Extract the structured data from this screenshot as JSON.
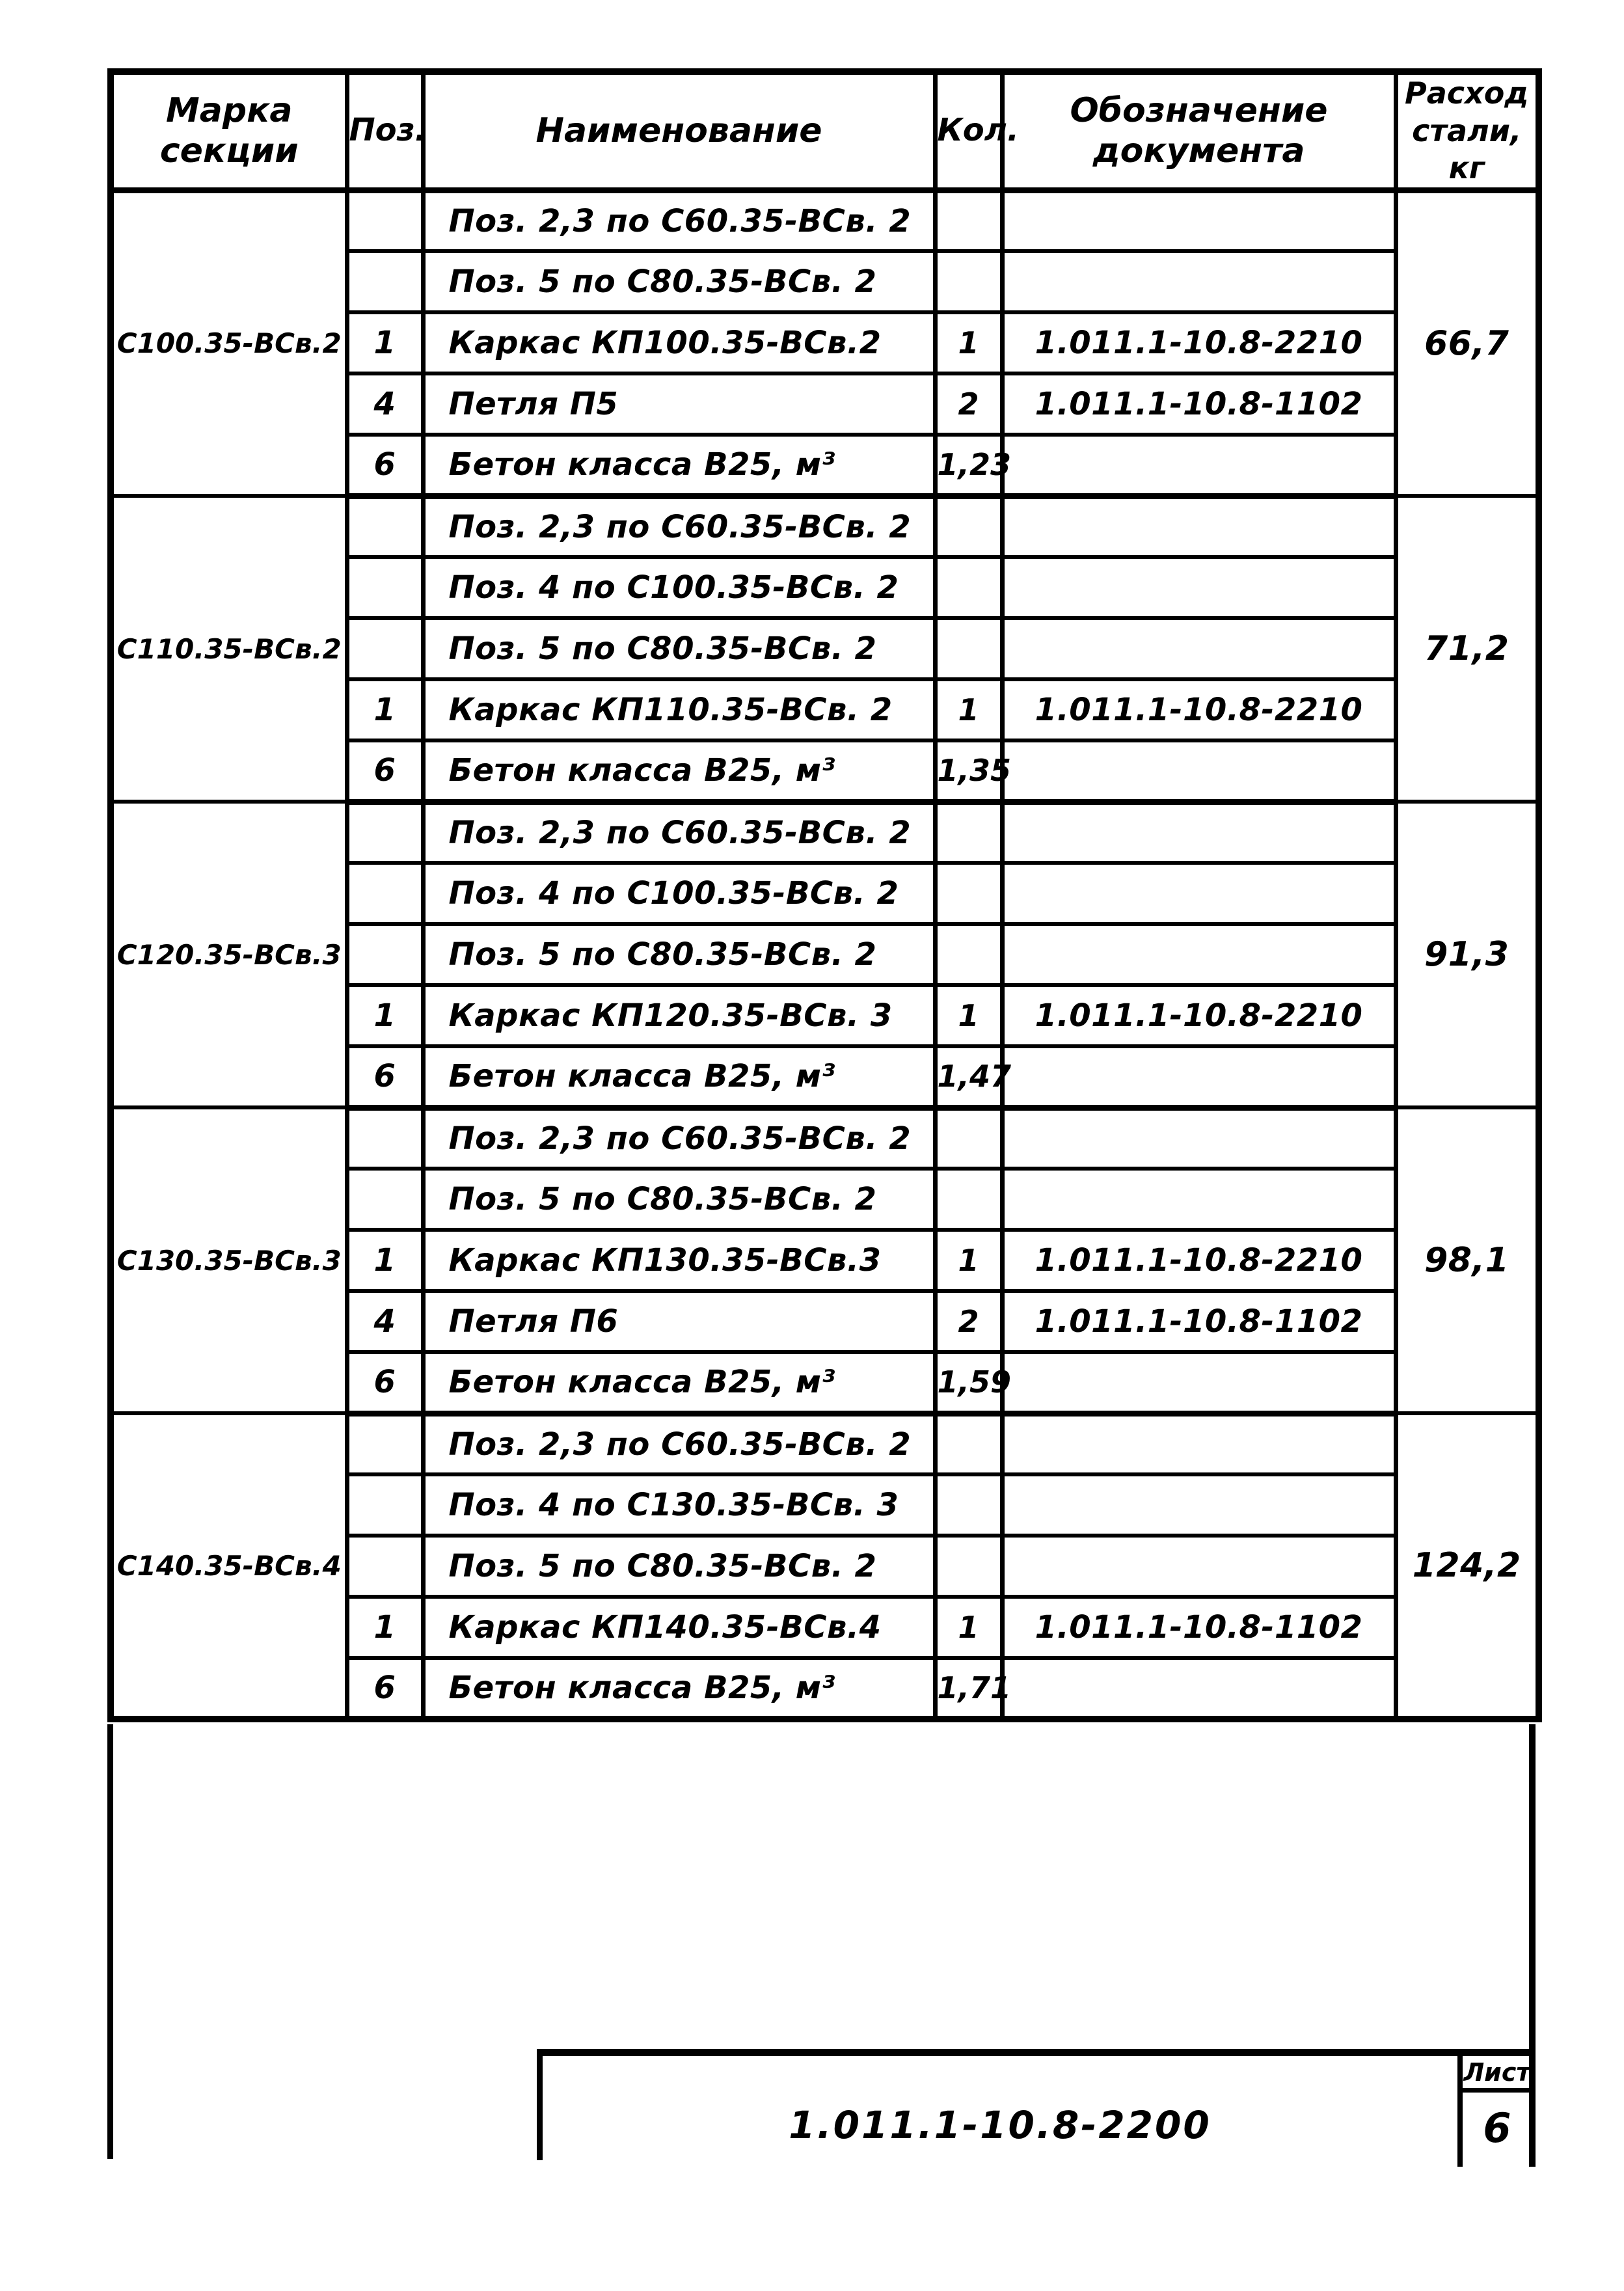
{
  "header": {
    "col_mark": "Марка\nсекции",
    "col_pos": "Поз.",
    "col_name": "Наименование",
    "col_qty": "Кол.",
    "col_doc": "Обозначение\nдокумента",
    "col_steel": "Расход\nстали,\nкг"
  },
  "groups": [
    {
      "mark": "С100.35-ВСв.2",
      "steel": "66,7",
      "rows": [
        {
          "poz": "",
          "name": "Поз. 2,3 по С60.35-ВСв. 2",
          "kol": "",
          "doc": ""
        },
        {
          "poz": "",
          "name": "Поз. 5 по С80.35-ВСв. 2",
          "kol": "",
          "doc": ""
        },
        {
          "poz": "1",
          "name": "Каркас КП100.35-ВСв.2",
          "kol": "1",
          "doc": "1.011.1-10.8-2210"
        },
        {
          "poz": "4",
          "name": "Петля П5",
          "kol": "2",
          "doc": "1.011.1-10.8-1102"
        },
        {
          "poz": "6",
          "name": "Бетон класса В25, м³",
          "kol": "1,23",
          "doc": ""
        }
      ]
    },
    {
      "mark": "С110.35-ВСв.2",
      "steel": "71,2",
      "rows": [
        {
          "poz": "",
          "name": "Поз. 2,3 по С60.35-ВСв. 2",
          "kol": "",
          "doc": ""
        },
        {
          "poz": "",
          "name": "Поз. 4 по С100.35-ВСв. 2",
          "kol": "",
          "doc": ""
        },
        {
          "poz": "",
          "name": "Поз. 5 по С80.35-ВСв. 2",
          "kol": "",
          "doc": ""
        },
        {
          "poz": "1",
          "name": "Каркас КП110.35-ВСв. 2",
          "kol": "1",
          "doc": "1.011.1-10.8-2210"
        },
        {
          "poz": "6",
          "name": "Бетон класса В25, м³",
          "kol": "1,35",
          "doc": ""
        }
      ]
    },
    {
      "mark": "С120.35-ВСв.3",
      "steel": "91,3",
      "rows": [
        {
          "poz": "",
          "name": "Поз. 2,3 по С60.35-ВСв. 2",
          "kol": "",
          "doc": ""
        },
        {
          "poz": "",
          "name": "Поз. 4 по С100.35-ВСв. 2",
          "kol": "",
          "doc": ""
        },
        {
          "poz": "",
          "name": "Поз. 5 по С80.35-ВСв. 2",
          "kol": "",
          "doc": ""
        },
        {
          "poz": "1",
          "name": "Каркас КП120.35-ВСв. 3",
          "kol": "1",
          "doc": "1.011.1-10.8-2210"
        },
        {
          "poz": "6",
          "name": "Бетон класса В25, м³",
          "kol": "1,47",
          "doc": ""
        }
      ]
    },
    {
      "mark": "С130.35-ВСв.3",
      "steel": "98,1",
      "rows": [
        {
          "poz": "",
          "name": "Поз. 2,3 по С60.35-ВСв. 2",
          "kol": "",
          "doc": ""
        },
        {
          "poz": "",
          "name": "Поз. 5 по С80.35-ВСв. 2",
          "kol": "",
          "doc": ""
        },
        {
          "poz": "1",
          "name": "Каркас КП130.35-ВСв.3",
          "kol": "1",
          "doc": "1.011.1-10.8-2210"
        },
        {
          "poz": "4",
          "name": "Петля П6",
          "kol": "2",
          "doc": "1.011.1-10.8-1102"
        },
        {
          "poz": "6",
          "name": "Бетон класса В25, м³",
          "kol": "1,59",
          "doc": ""
        }
      ]
    },
    {
      "mark": "С140.35-ВСв.4",
      "steel": "124,2",
      "rows": [
        {
          "poz": "",
          "name": "Поз. 2,3 по С60.35-ВСв. 2",
          "kol": "",
          "doc": ""
        },
        {
          "poz": "",
          "name": "Поз. 4 по С130.35-ВСв. 3",
          "kol": "",
          "doc": ""
        },
        {
          "poz": "",
          "name": "Поз. 5 по С80.35-ВСв. 2",
          "kol": "",
          "doc": ""
        },
        {
          "poz": "1",
          "name": "Каркас КП140.35-ВСв.4",
          "kol": "1",
          "doc": "1.011.1-10.8-1102"
        },
        {
          "poz": "6",
          "name": "Бетон класса В25, м³",
          "kol": "1,71",
          "doc": ""
        }
      ]
    }
  ],
  "footer": {
    "doc_number": "1.011.1-10.8-2200",
    "sheet_label": "Лист",
    "sheet_number": "6"
  },
  "colors": {
    "ink": "#000000",
    "paper": "#ffffff"
  }
}
